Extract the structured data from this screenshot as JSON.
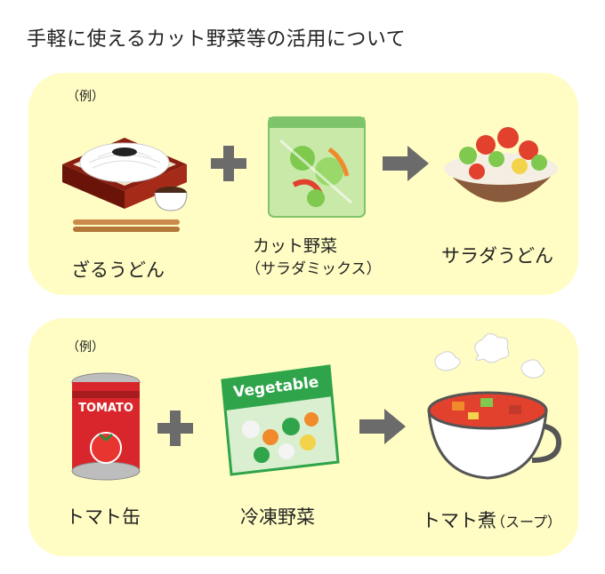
{
  "title": "手軽に使えるカット野菜等の活用について",
  "example1": {
    "note": "（例）",
    "item1": "ざるうどん",
    "item2": "カット野菜",
    "item2_sub": "（サラダミックス）",
    "result": "サラダうどん"
  },
  "example2": {
    "note": "（例）",
    "item1": "トマト缶",
    "can_label": "TOMATO",
    "item2": "冷凍野菜",
    "bag_label": "Vegetable",
    "result": "トマト煮",
    "result_sub": "（スープ）"
  },
  "colors": {
    "panel": "#fffdc4",
    "symbol": "#6b6b6b",
    "can_red": "#d8262c",
    "bag_green": "#2fa44a"
  }
}
